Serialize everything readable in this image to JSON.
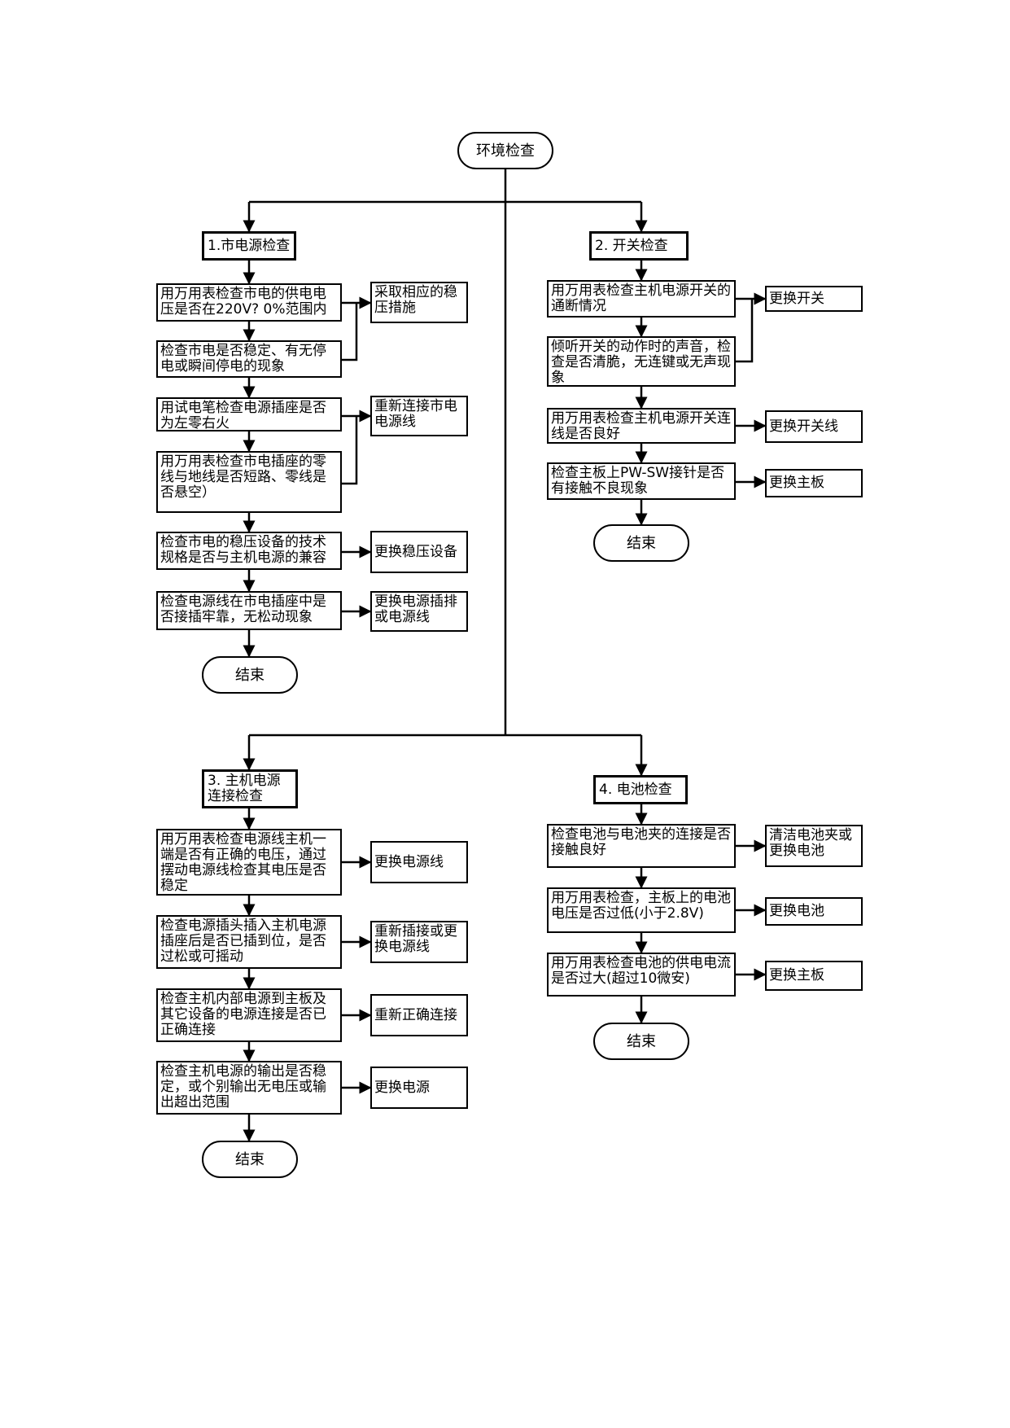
{
  "start": "环境检查",
  "sec1": {
    "title": "1.市电源检查",
    "step1": "用万用表检查市电的供电电压是否在220V? 0%范围内",
    "step2": "检查市电是否稳定、有无停电或瞬间停电的现象",
    "step3": "用试电笔检查电源插座是否为左零右火",
    "step4": "用万用表检查市电插座的零线与地线是否短路、零线是否悬空）",
    "step5": "检查市电的稳压设备的技术规格是否与主机电源的兼容",
    "step6": "检查电源线在市电插座中是否接插牢靠，无松动现象",
    "action1": "采取相应的稳压措施",
    "action2": "重新连接市电电源线",
    "action3": "更换稳压设备",
    "action4": "更换电源插排或电源线",
    "end": "结束"
  },
  "sec2": {
    "title": "2. 开关检查",
    "step1": "用万用表检查主机电源开关的通断情况",
    "step2": "倾听开关的动作时的声音，检查是否清脆，无连键或无声现象",
    "step3": "用万用表检查主机电源开关连线是否良好",
    "step4": "检查主板上PW-SW接针是否有接触不良现象",
    "action1": "更换开关",
    "action2": "更换开关线",
    "action3": "更换主板",
    "end": "结束"
  },
  "sec3": {
    "title": "3. 主机电源连接检查",
    "step1": "用万用表检查电源线主机一端是否有正确的电压，通过摆动电源线检查其电压是否稳定",
    "step2": "检查电源插头插入主机电源插座后是否已插到位，是否过松或可摇动",
    "step3": "检查主机内部电源到主板及其它设备的电源连接是否已正确连接",
    "step4": "检查主机电源的输出是否稳定，或个别输出无电压或输出超出范围",
    "action1": "更换电源线",
    "action2": "重新插接或更换电源线",
    "action3": "重新正确连接",
    "action4": "更换电源",
    "end": "结束"
  },
  "sec4": {
    "title": "4. 电池检查",
    "step1": "检查电池与电池夹的连接是否接触良好",
    "step2": "用万用表检查，主板上的电池电压是否过低(小于2.8V)",
    "step3": "用万用表检查电池的供电电流是否过大(超过10微安)",
    "action1": "清洁电池夹或更换电池",
    "action2": "更换电池",
    "action3": "更换主板",
    "end": "结束"
  }
}
